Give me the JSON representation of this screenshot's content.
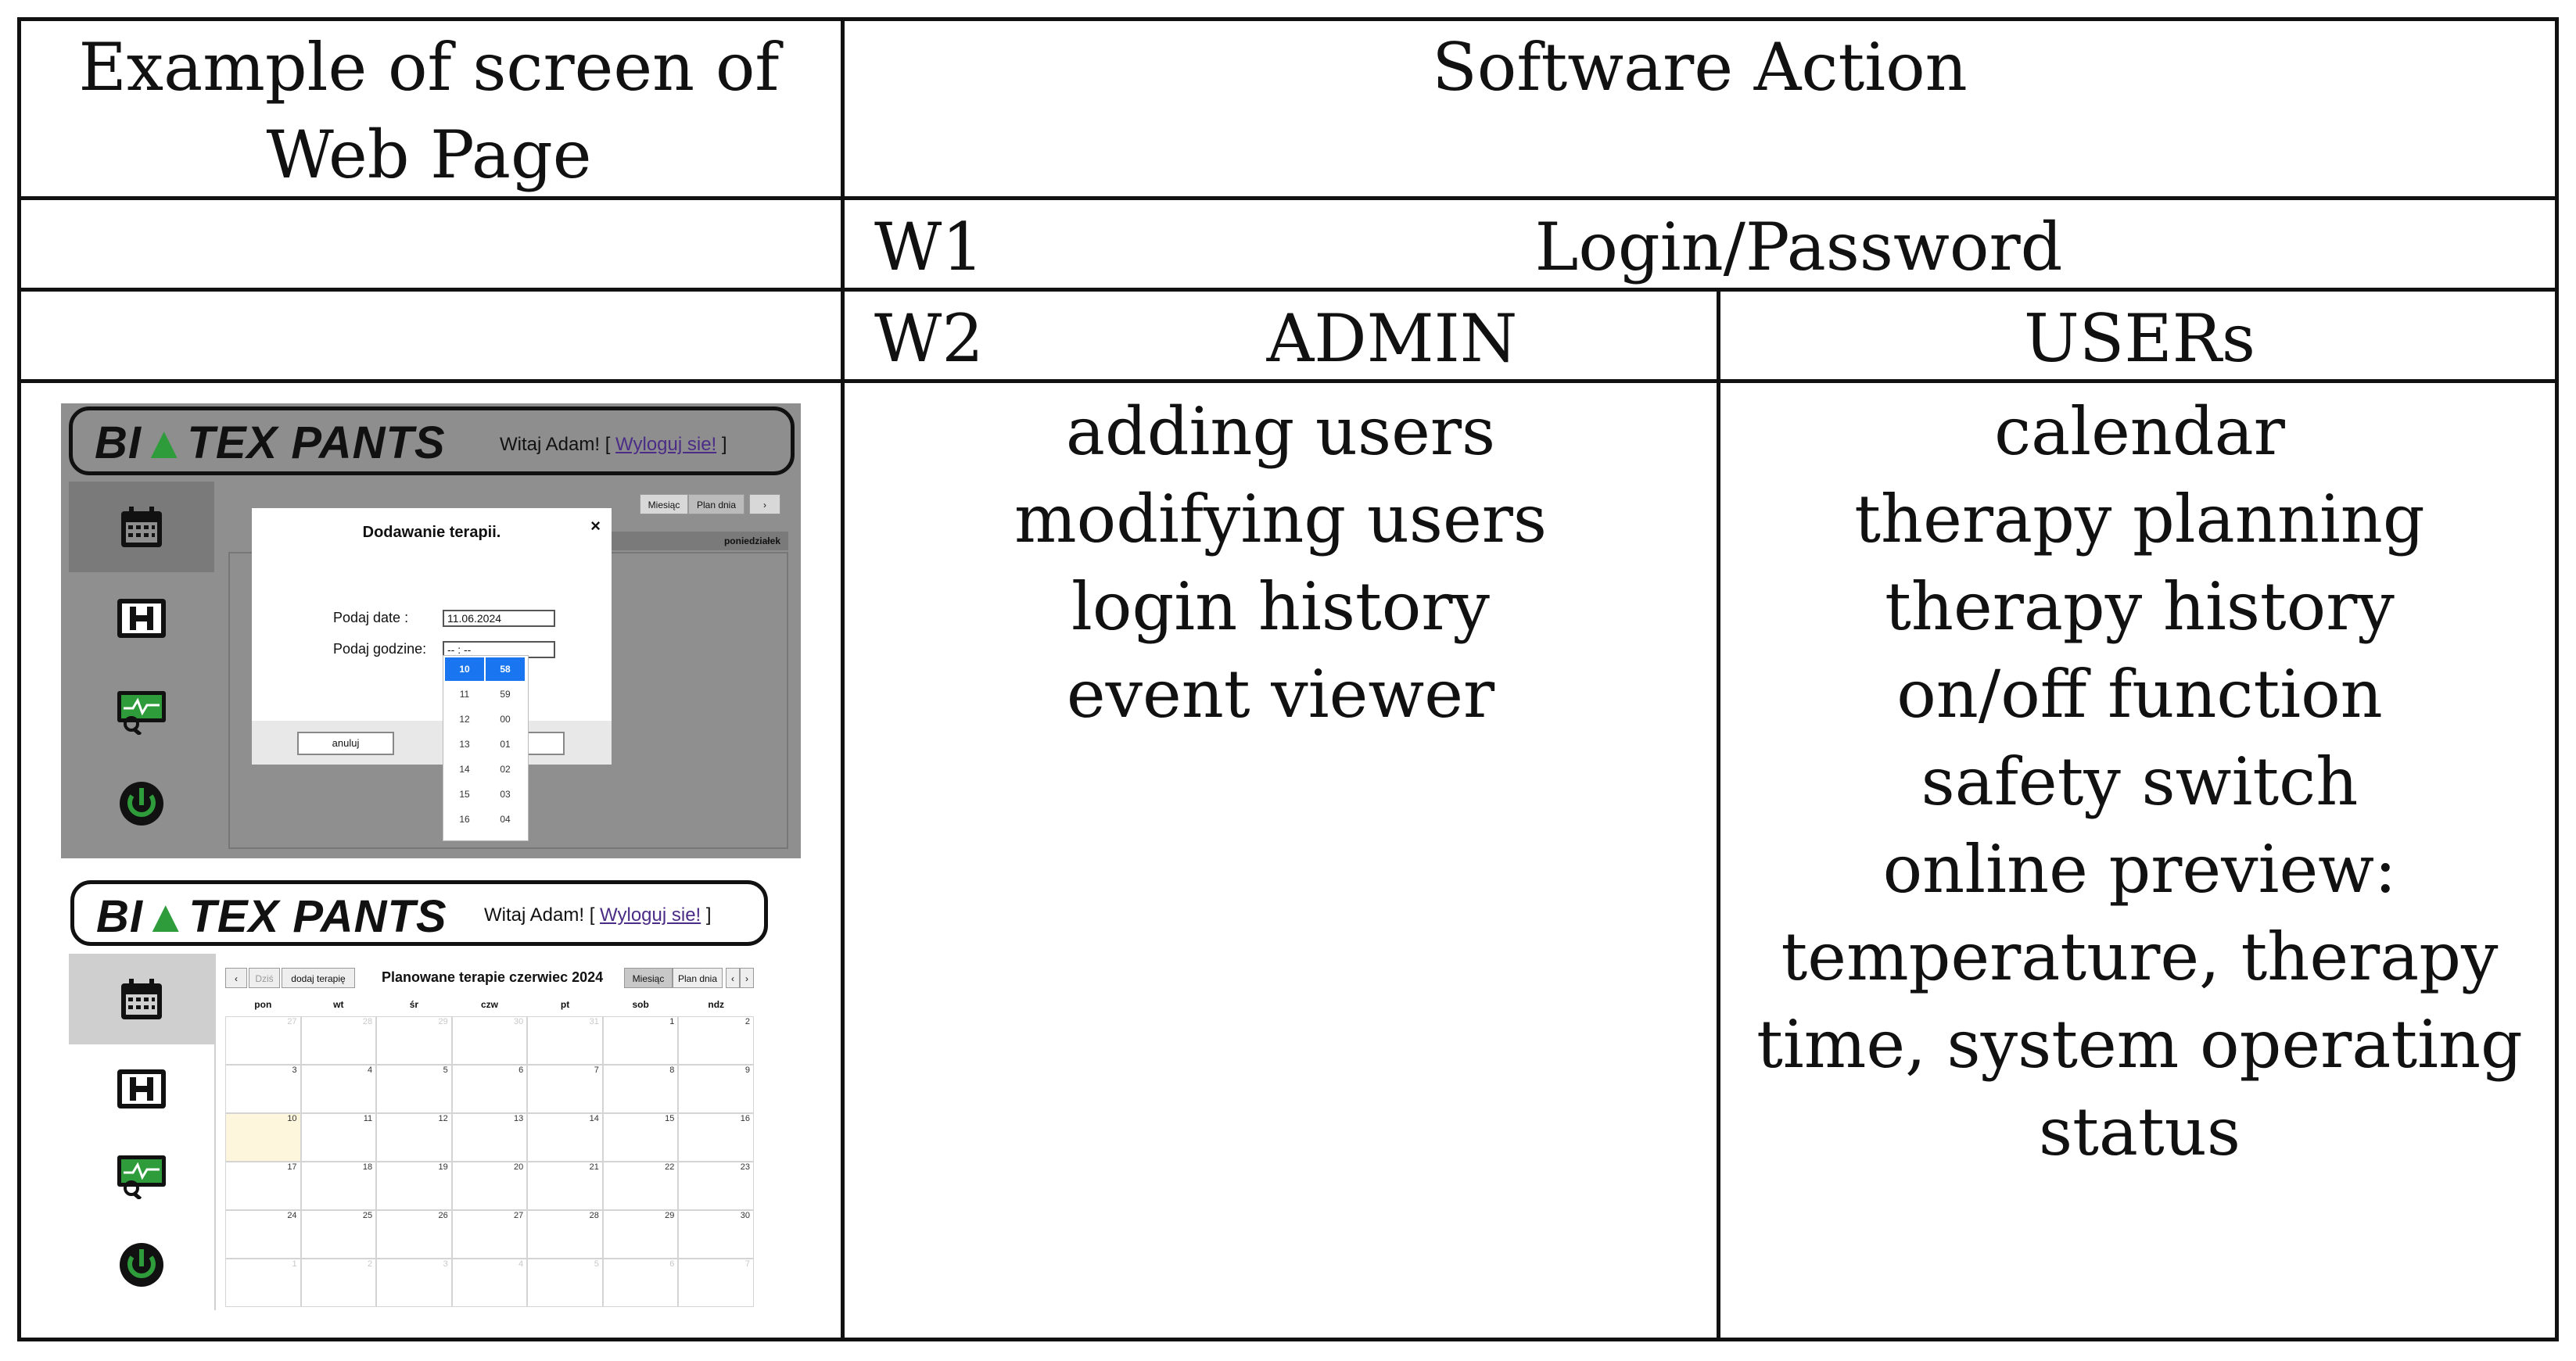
{
  "table": {
    "header_left": [
      "Example of screen of",
      "Web Page"
    ],
    "header_right": "Software Action",
    "row_w1": {
      "code": "W1",
      "label": "Login/Password"
    },
    "row_w2": {
      "code": "W2",
      "admin_label": "ADMIN",
      "users_label": "USERs"
    },
    "admin_actions": [
      "adding users",
      "modifying users",
      "login history",
      "event viewer"
    ],
    "user_actions": [
      "calendar",
      "therapy planning",
      "therapy history",
      "on/off function",
      "safety switch",
      "online preview:",
      "temperature, therapy",
      "time, system operating",
      "status"
    ]
  },
  "screenshot_top": {
    "brand": {
      "before": "BI",
      "drop": "▲",
      "after": "TEX PANTS"
    },
    "greeting": "Witaj Adam! [",
    "logout_link": "Wyloguj sie!",
    "greeting_end": "]",
    "view_buttons": [
      "Miesiąc",
      "Plan dnia",
      "›"
    ],
    "day_header": "poniedziałek",
    "modal": {
      "title": "Dodawanie terapii.",
      "close": "×",
      "date_label": "Podaj date :",
      "date_value": "11.06.2024",
      "time_label": "Podaj godzine:",
      "time_value": "-- : --",
      "cancel": "anuluj"
    },
    "picker_hours": [
      "10",
      "11",
      "12",
      "13",
      "14",
      "15",
      "16"
    ],
    "picker_minutes": [
      "58",
      "59",
      "00",
      "01",
      "02",
      "03",
      "04"
    ],
    "sidebar_icons": [
      "calendar-icon",
      "history-icon",
      "monitor-icon",
      "power-icon"
    ]
  },
  "screenshot_bottom": {
    "brand": {
      "before": "BI",
      "drop": "▲",
      "after": "TEX PANTS"
    },
    "greeting": "Witaj Adam! [",
    "logout_link": "Wyloguj sie!",
    "greeting_end": "]",
    "nav_buttons": [
      "‹",
      "Dziś",
      "dodaj terapię"
    ],
    "view_buttons": [
      "Miesiąc",
      "Plan dnia",
      "‹",
      "›"
    ],
    "calendar_title": "Planowane terapie czerwiec 2024",
    "weekdays": [
      "pon",
      "wt",
      "śr",
      "czw",
      "pt",
      "sob",
      "ndz"
    ],
    "weeks": [
      [
        "27",
        "28",
        "29",
        "30",
        "31",
        "1",
        "2"
      ],
      [
        "3",
        "4",
        "5",
        "6",
        "7",
        "8",
        "9"
      ],
      [
        "10",
        "11",
        "12",
        "13",
        "14",
        "15",
        "16"
      ],
      [
        "17",
        "18",
        "19",
        "20",
        "21",
        "22",
        "23"
      ],
      [
        "24",
        "25",
        "26",
        "27",
        "28",
        "29",
        "30"
      ],
      [
        "1",
        "2",
        "3",
        "4",
        "5",
        "6",
        "7"
      ]
    ],
    "sidebar_icons": [
      "calendar-icon",
      "history-icon",
      "monitor-icon",
      "power-icon"
    ]
  }
}
